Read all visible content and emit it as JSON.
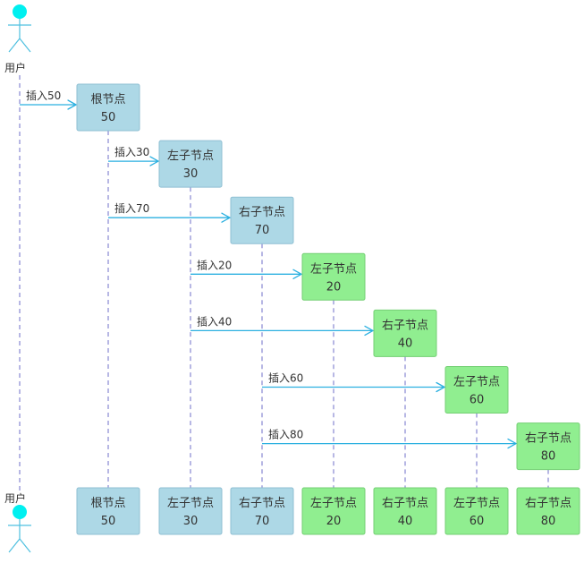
{
  "actor": {
    "label": "用户"
  },
  "participants": [
    {
      "id": "root",
      "line1": "根节点",
      "line2": "50",
      "color": "blue"
    },
    {
      "id": "left30",
      "line1": "左子节点",
      "line2": "30",
      "color": "blue"
    },
    {
      "id": "right70",
      "line1": "右子节点",
      "line2": "70",
      "color": "blue"
    },
    {
      "id": "left20",
      "line1": "左子节点",
      "line2": "20",
      "color": "green"
    },
    {
      "id": "right40",
      "line1": "右子节点",
      "line2": "40",
      "color": "green"
    },
    {
      "id": "left60",
      "line1": "左子节点",
      "line2": "60",
      "color": "green"
    },
    {
      "id": "right80",
      "line1": "右子节点",
      "line2": "80",
      "color": "green"
    }
  ],
  "messages": [
    {
      "from": "actor",
      "to": "root",
      "label": "插入50"
    },
    {
      "from": "root",
      "to": "left30",
      "label": "插入30"
    },
    {
      "from": "root",
      "to": "right70",
      "label": "插入70"
    },
    {
      "from": "left30",
      "to": "left20",
      "label": "插入20"
    },
    {
      "from": "left30",
      "to": "right40",
      "label": "插入40"
    },
    {
      "from": "right70",
      "to": "left60",
      "label": "插入60"
    },
    {
      "from": "right70",
      "to": "right80",
      "label": "插入80"
    }
  ],
  "colors": {
    "blue_box": "#add8e6",
    "green_box": "#90ee90",
    "arrow": "#2bb0e0",
    "lifeline": "#6f6fc8",
    "actor": "#00f0f0"
  }
}
